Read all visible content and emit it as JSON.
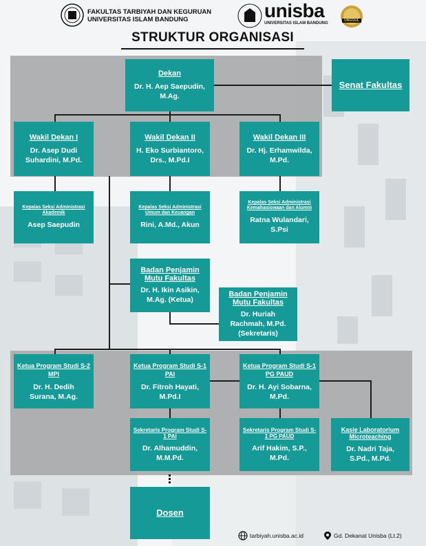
{
  "header": {
    "faculty_line1": "FAKULTAS TARBIYAH DAN KEGURUAN",
    "faculty_line2": "UNIVERSITAS ISLAM BANDUNG",
    "brand_name": "unisba",
    "brand_sub": "UNIVERSITAS ISLAM BANDUNG",
    "badge_text": "UNGGUL"
  },
  "title": "STRUKTUR ORGANISASI",
  "dekan": {
    "title": "Dekan",
    "name": "Dr. H. Aep Saepudin, M.Ag."
  },
  "senat": {
    "title": "Senat Fakultas"
  },
  "wakil": [
    {
      "title": "Wakil Dekan I",
      "name": "Dr. Asep Dudi Suhardini, M.Pd."
    },
    {
      "title": "Wakil Dekan II",
      "name": "H. Eko Surbiantoro, Drs., M.Pd.I"
    },
    {
      "title": "Wakil Dekan III",
      "name": "Dr. Hj. Erhamwilda, M.Pd."
    }
  ],
  "kasi": [
    {
      "title": "Kepalas Seksi Administrasi Akademik",
      "name": "Asep Saepudin"
    },
    {
      "title": "Kepalas Seksi Administrasi Umum dan Keuangan",
      "name": "Rini, A.Md., Akun"
    },
    {
      "title": "Kepalas Seksi Administrasi Kemahasiswaan dan Alumni",
      "name": "Ratna Wulandari, S.Psi"
    }
  ],
  "bpm_ketua": {
    "title": "Badan Penjamin Mutu Fakultas",
    "name": "Dr. H. Ikin Asikin, M.Ag. (Ketua)"
  },
  "bpm_sekretaris": {
    "title": "Badan Penjamin Mutu Fakultas",
    "name": "Dr. Huriah Rachmah, M.Pd. (Sekretaris)"
  },
  "kaprodi": [
    {
      "title": "Ketua Program Studi S-2 MPI",
      "name": "Dr. H. Dedih Surana, M.Ag."
    },
    {
      "title": "Ketua Program Studi S-1 PAI",
      "name": "Dr. Fitroh Hayati, M.Pd.I"
    },
    {
      "title": "Ketua Program Studi S-1 PG PAUD",
      "name": "Dr. H. Ayi Sobarna, M.Pd."
    }
  ],
  "sekprodi": [
    {
      "title": "Sekretaris Program Studi S-1 PAI",
      "name": "Dr. Alhamuddin, M.M.Pd."
    },
    {
      "title": "Sekretaris Program Studi S-1 PG PAUD",
      "name": "Arif Hakim, S.P., M.Pd."
    }
  ],
  "kasie_lab": {
    "title": "Kasie Laboratorium Microteaching",
    "name": "Dr. Nadri Taja, S.Pd., M.Pd."
  },
  "dosen": {
    "title": "Dosen"
  },
  "footer": {
    "website": "tarbiyah.unisba.ac.id",
    "location": "Gd. Dekanat Unisba (Lt.2)"
  },
  "colors": {
    "box": "#159a97",
    "band": "#a9aaac",
    "line": "#1c1c1c"
  }
}
